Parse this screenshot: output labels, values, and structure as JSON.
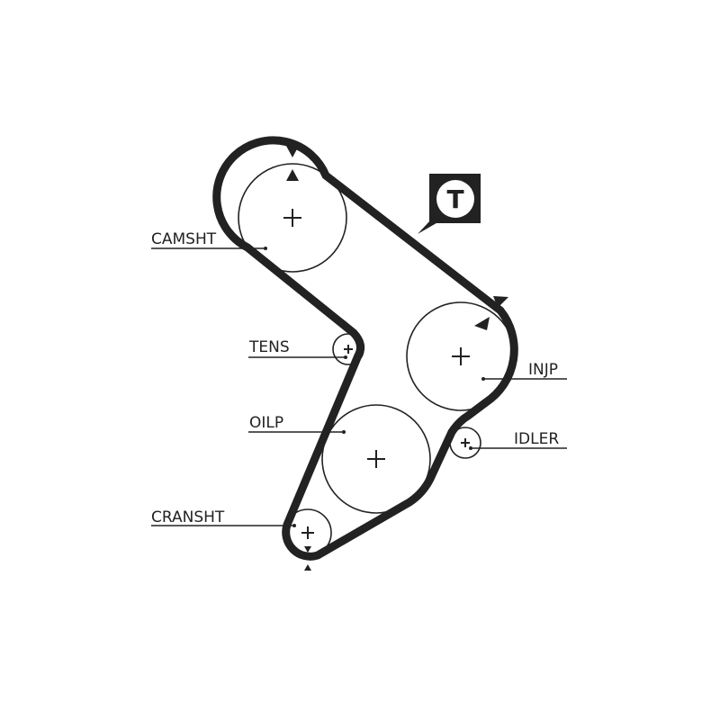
{
  "diagram": {
    "colors": {
      "belt": "#222222",
      "line": "#222222",
      "background": "#ffffff"
    },
    "labels": {
      "camshaft": "CAMSHT",
      "tensioner": "TENS",
      "oil_pump": "OILP",
      "crankshaft": "CRANSHT",
      "injection_pump": "INJP",
      "idler": "IDLER"
    },
    "tensioner_badge": "T",
    "icons": [
      "timing-mark-arrow-icon",
      "tensioner-badge-icon",
      "center-cross-icon"
    ]
  }
}
